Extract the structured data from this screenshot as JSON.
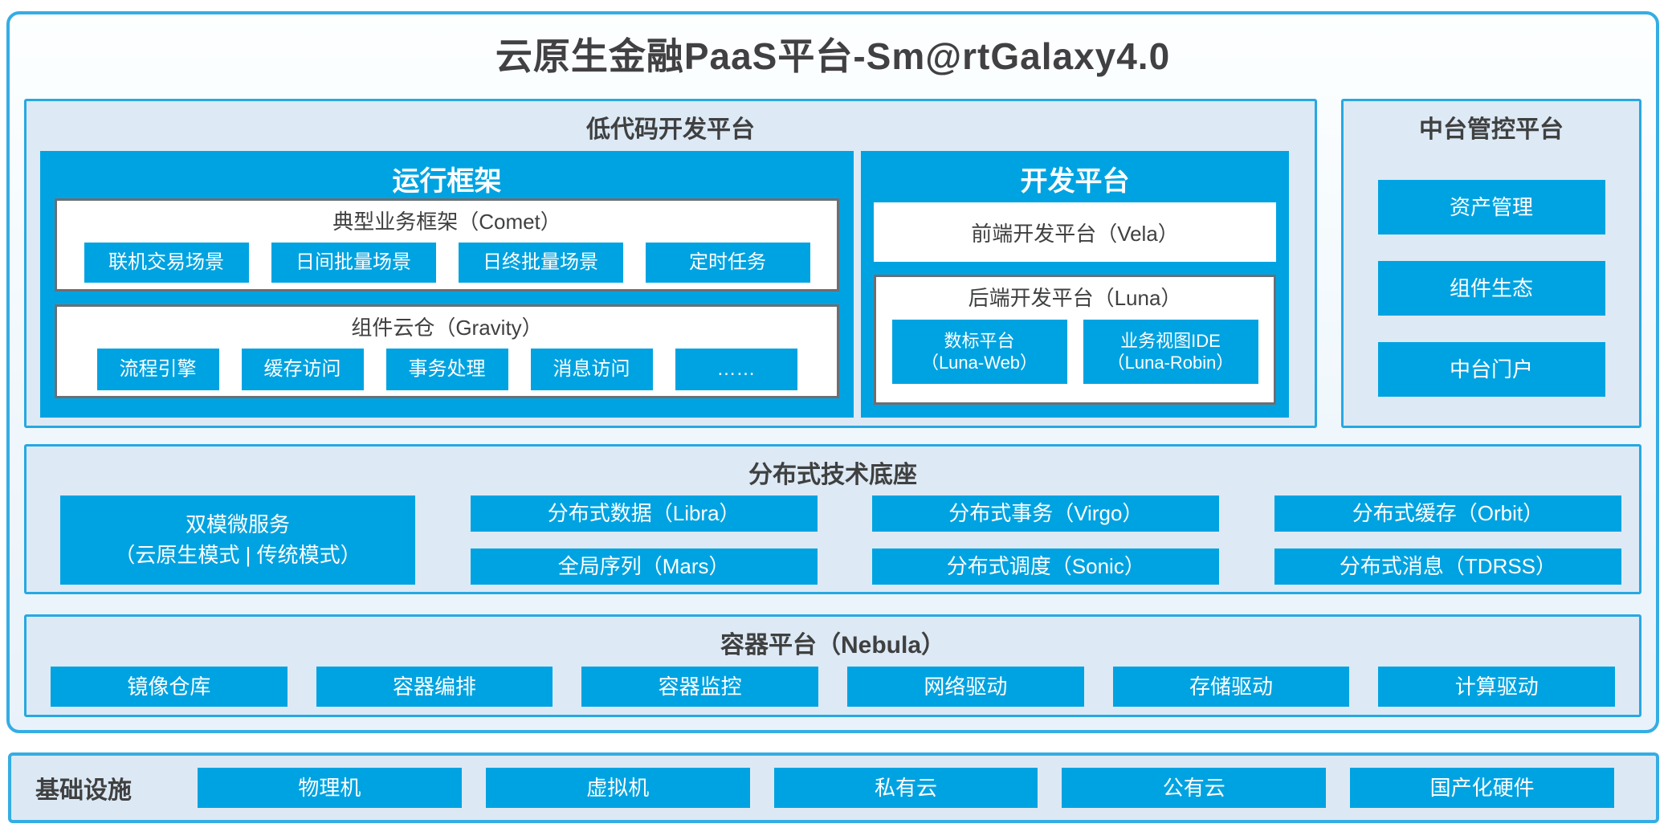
{
  "title": "云原生金融PaaS平台-Sm@rtGalaxy4.0",
  "colors": {
    "accent_blue": "#00a3e1",
    "section_border_blue": "#27a8e2",
    "frame_border_blue": "#35ade4",
    "section_bg": "#dde9f5",
    "box_border_gray": "#6d6e71",
    "dark_text": "#3f4040"
  },
  "lowcode": {
    "header": "低代码开发平台",
    "runtime": {
      "title": "运行框架",
      "comet": {
        "header": "典型业务框架（Comet）",
        "items": [
          "联机交易场景",
          "日间批量场景",
          "日终批量场景",
          "定时任务"
        ]
      },
      "gravity": {
        "header": "组件云仓（Gravity）",
        "items": [
          "流程引擎",
          "缓存访问",
          "事务处理",
          "消息访问",
          "……"
        ]
      }
    },
    "dev": {
      "title": "开发平台",
      "vela": "前端开发平台（Vela）",
      "luna": {
        "header": "后端开发平台（Luna）",
        "items": [
          {
            "line1": "数标平台",
            "line2": "（Luna-Web）"
          },
          {
            "line1": "业务视图IDE",
            "line2": "（Luna-Robin）"
          }
        ]
      }
    }
  },
  "midplatform": {
    "header": "中台管控平台",
    "items": [
      "资产管理",
      "组件生态",
      "中台门户"
    ]
  },
  "distributed": {
    "header": "分布式技术底座",
    "dual": {
      "line1": "双模微服务",
      "line2": "（云原生模式 | 传统模式）"
    },
    "columns": [
      [
        "分布式数据（Libra）",
        "全局序列（Mars）"
      ],
      [
        "分布式事务（Virgo）",
        "分布式调度（Sonic）"
      ],
      [
        "分布式缓存（Orbit）",
        "分布式消息（TDRSS）"
      ]
    ]
  },
  "container": {
    "header": "容器平台（Nebula）",
    "items": [
      "镜像仓库",
      "容器编排",
      "容器监控",
      "网络驱动",
      "存储驱动",
      "计算驱动"
    ]
  },
  "infra": {
    "label": "基础设施",
    "items": [
      "物理机",
      "虚拟机",
      "私有云",
      "公有云",
      "国产化硬件"
    ]
  }
}
